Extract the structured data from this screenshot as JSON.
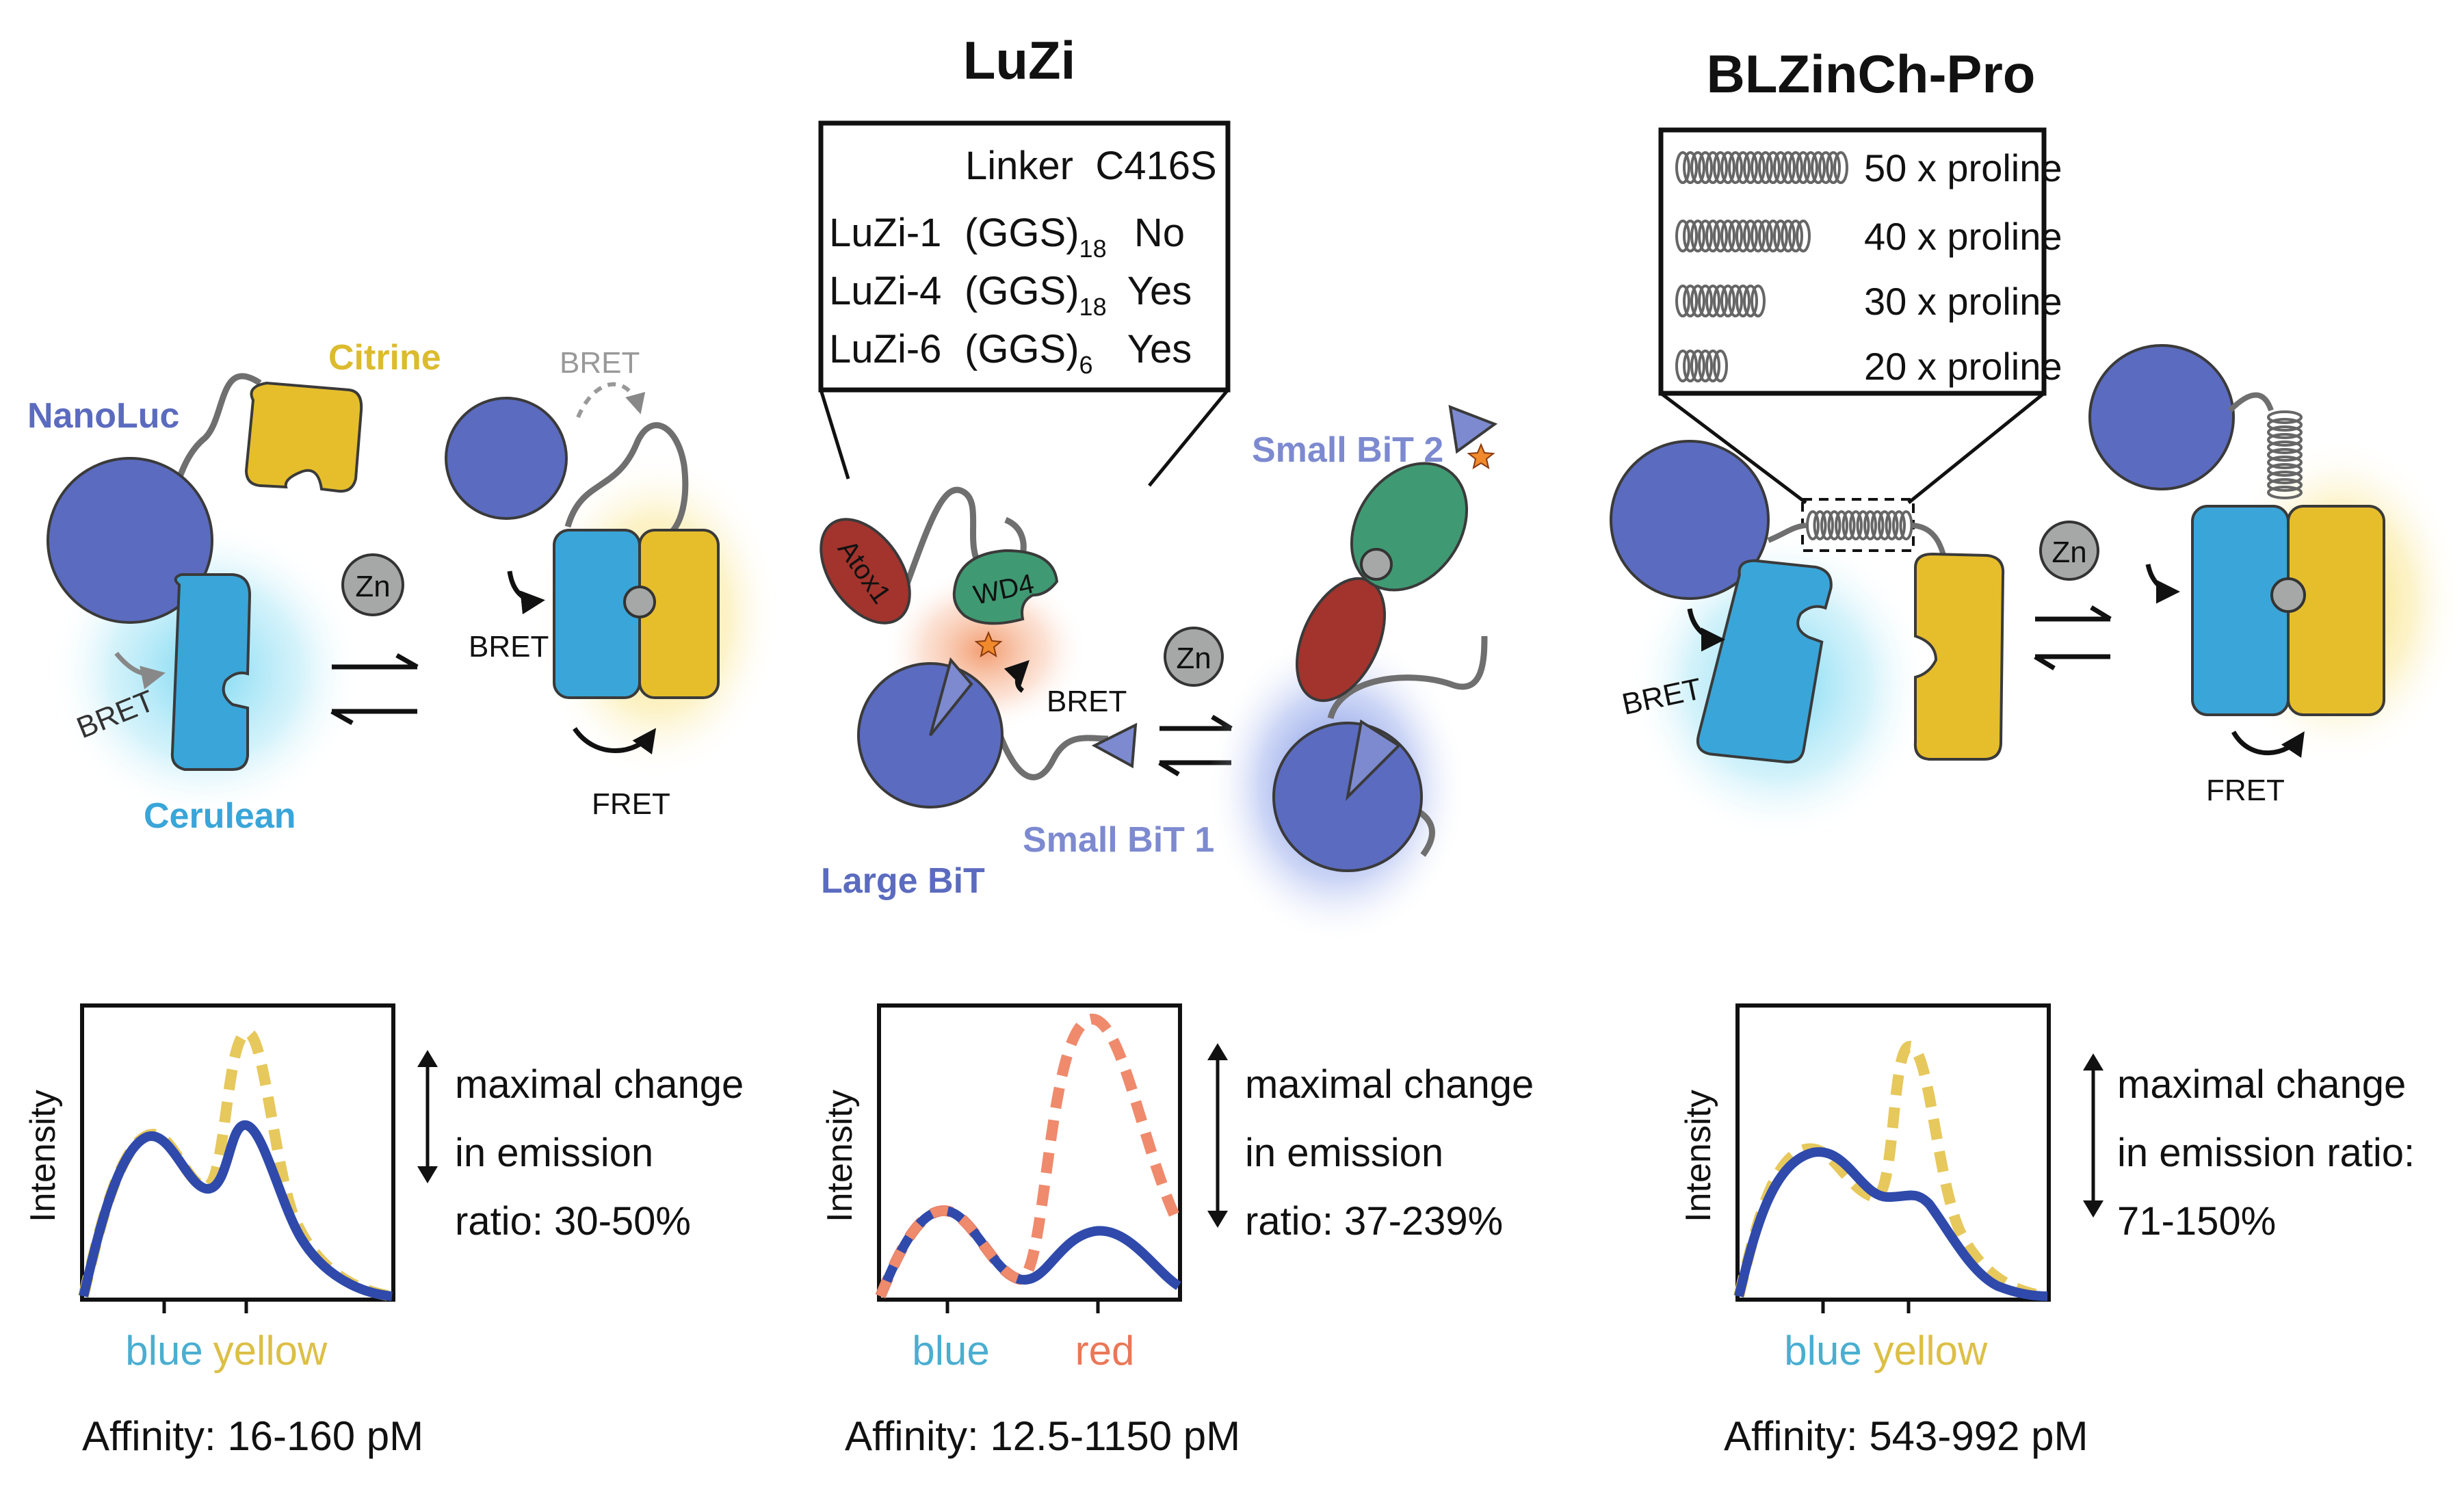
{
  "colors": {
    "nanoluc": "#5b6bbf",
    "cerulean": "#3aa5d8",
    "citrine": "#e6be2c",
    "atox1": "#a2342d",
    "wd4": "#3f9a73",
    "blue_curve": "#2f4aab",
    "yellow_curve": "#e6c85c",
    "red_curve": "#ef8a6c",
    "blue_label": "#4aaed0",
    "yellow_label": "#dcbf46",
    "red_label": "#ea7757",
    "zn_fill": "#a5a8a6",
    "arrow_gray": "#888888"
  },
  "panel1": {
    "labels": {
      "nanoluc": "NanoLuc",
      "citrine": "Citrine",
      "cerulean": "Cerulean",
      "bret_left": "BRET",
      "zn": "Zn",
      "bret_top": "BRET",
      "bret_mid": "BRET",
      "fret": "FRET"
    },
    "plot": {
      "ylabel": "Intensity",
      "x_label_1": "blue",
      "x_label_2": "yellow",
      "arrow_text": [
        "maximal change",
        "in emission",
        "ratio: 30-50%"
      ],
      "affinity": "Affinity: 16-160 pM"
    }
  },
  "panel2": {
    "title": "LuZi",
    "table": {
      "headers": [
        "",
        "Linker",
        "C416S"
      ],
      "rows": [
        {
          "name": "LuZi-1",
          "linker_base": "(GGS)",
          "linker_sub": "18",
          "c416s": "No"
        },
        {
          "name": "LuZi-4",
          "linker_base": "(GGS)",
          "linker_sub": "18",
          "c416s": "Yes"
        },
        {
          "name": "LuZi-6",
          "linker_base": "(GGS)",
          "linker_sub": "6",
          "c416s": "Yes"
        }
      ]
    },
    "labels": {
      "atox1": "Atox1",
      "wd4": "WD4",
      "bret": "BRET",
      "zn": "Zn",
      "small_bit_1": "Small BiT 1",
      "small_bit_2": "Small BiT 2",
      "large_bit": "Large BiT"
    },
    "plot": {
      "ylabel": "Intensity",
      "x_label_1": "blue",
      "x_label_2": "red",
      "arrow_text": [
        "maximal change",
        "in emission",
        "ratio: 37-239%"
      ],
      "affinity": "Affinity: 12.5-1150 pM"
    }
  },
  "panel3": {
    "title": "BLZinCh-Pro",
    "prolines": [
      "50 x proline",
      "40 x proline",
      "30 x proline",
      "20 x proline"
    ],
    "labels": {
      "bret": "BRET",
      "zn": "Zn",
      "fret": "FRET"
    },
    "plot": {
      "ylabel": "Intensity",
      "x_label_1": "blue",
      "x_label_2": "yellow",
      "arrow_text": [
        "maximal change",
        "in emission ratio:",
        "71-150%"
      ],
      "affinity": "Affinity: 543-992 pM"
    }
  }
}
